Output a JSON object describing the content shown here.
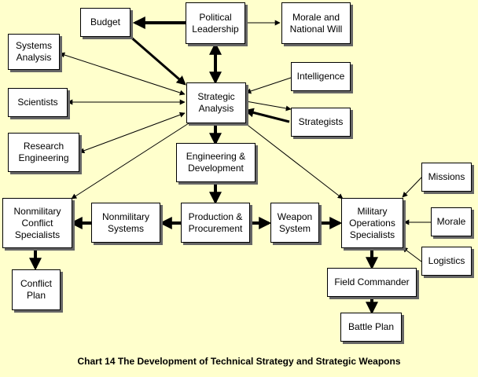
{
  "colors": {
    "background": "#ffffcc",
    "box": "#ffffff",
    "shadow": "#666666",
    "line": "#000000"
  },
  "nodes": {
    "budget": "Budget",
    "political": "Political\nLeadership",
    "morale_will": "Morale and\nNational Will",
    "systems": "Systems\nAnalysis",
    "intelligence": "Intelligence",
    "scientists": "Scientists",
    "strategic": "Strategic\nAnalysis",
    "strategists": "Strategists",
    "research": "Research\nEngineering",
    "engdev": "Engineering &\nDevelopment",
    "missions": "Missions",
    "nonmil_conflict": "Nonmilitary\nConflict\nSpecialists",
    "nonmil_systems": "Nonmilitary\nSystems",
    "production": "Production &\nProcurement",
    "weapon": "Weapon\nSystem",
    "military_ops": "Military\nOperations\nSpecialists",
    "morale": "Morale",
    "logistics": "Logistics",
    "conflict_plan": "Conflict\nPlan",
    "field_commander": "Field Commander",
    "battle_plan": "Battle Plan"
  },
  "caption": "Chart 14  The Development of Technical Strategy and Strategic Weapons"
}
